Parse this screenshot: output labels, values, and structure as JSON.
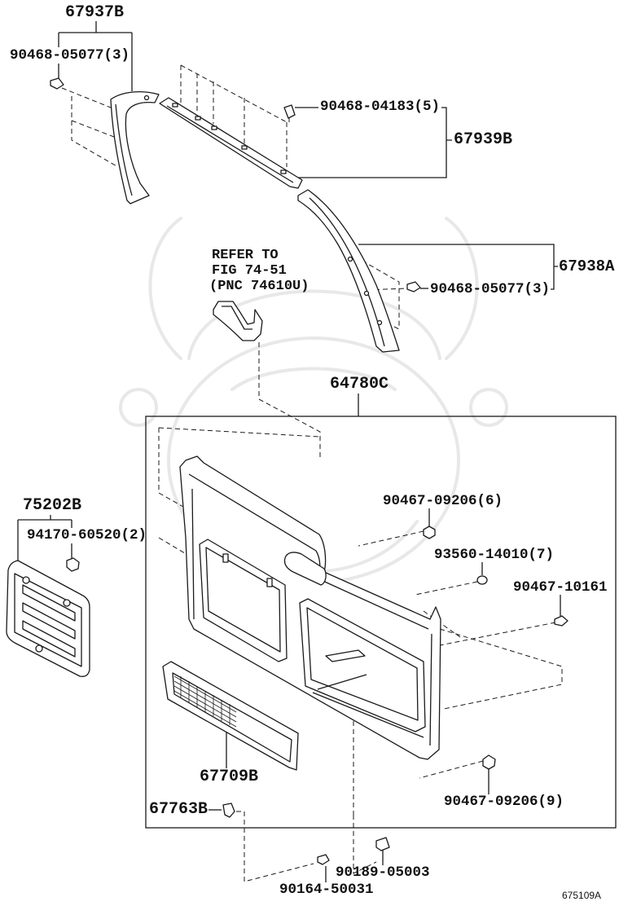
{
  "callouts": {
    "p67937b": "67937B",
    "p90468_05077_top": "90468-05077(3)",
    "p90468_04183": "90468-04183(5)",
    "p67939b": "67939B",
    "p67938a": "67938A",
    "p90468_05077_right": "90468-05077(3)",
    "p64780c": "64780C",
    "p90467_09206_6": "90467-09206(6)",
    "p93560_14010": "93560-14010(7)",
    "p90467_10161": "90467-10161",
    "p75202b": "75202B",
    "p94170_60520": "94170-60520(2)",
    "p67709b": "67709B",
    "p90467_09206_9": "90467-09206(9)",
    "p67763b": "67763B",
    "p90189_05003": "90189-05003",
    "p90164_50031": "90164-50031"
  },
  "reference_note": {
    "line1": "REFER TO",
    "line2": "FIG 74-51",
    "line3": "(PNC 74610U)"
  },
  "figure_id": "675109A",
  "colors": {
    "line": "#1a1a1a",
    "watermark": "#e8e8e8",
    "background": "#ffffff"
  }
}
